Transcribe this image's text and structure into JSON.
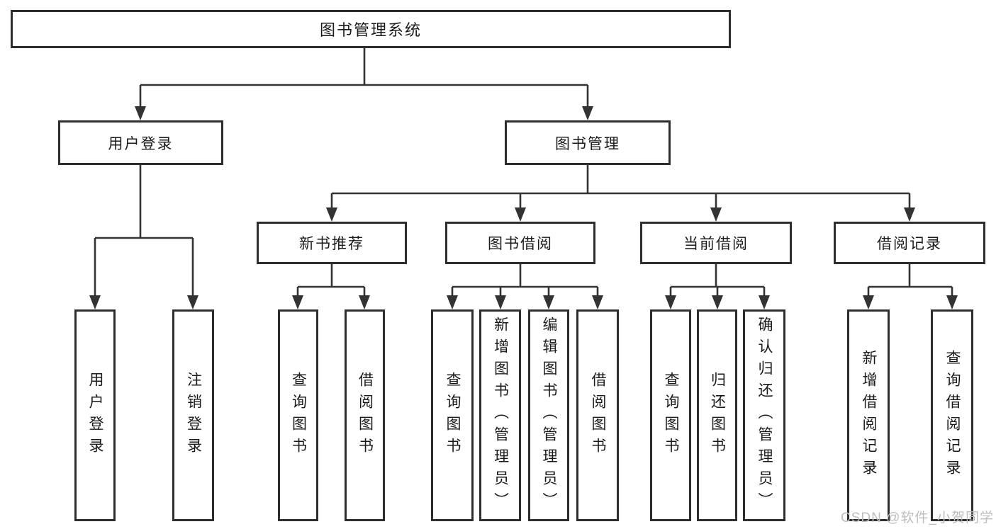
{
  "diagram_type": "functional-structure-tree",
  "colors": {
    "line": "#333333",
    "border": "#2e2e2e",
    "text": "#1a1a1a",
    "background": "#ffffff",
    "watermark": "#bdbdbd"
  },
  "tree": {
    "label": "图书管理系统",
    "children": [
      {
        "label": "用户登录",
        "children": [
          {
            "label": "用户登录"
          },
          {
            "label": "注销登录"
          }
        ]
      },
      {
        "label": "图书管理",
        "children": [
          {
            "label": "新书推荐",
            "children": [
              {
                "label": "查询图书"
              },
              {
                "label": "借阅图书"
              }
            ]
          },
          {
            "label": "图书借阅",
            "children": [
              {
                "label": "查询图书"
              },
              {
                "label": "新增图书（管理员）"
              },
              {
                "label": "编辑图书（管理员）"
              },
              {
                "label": "借阅图书"
              }
            ]
          },
          {
            "label": "当前借阅",
            "children": [
              {
                "label": "查询图书"
              },
              {
                "label": "归还图书"
              },
              {
                "label": "确认归还（管理员）"
              }
            ]
          },
          {
            "label": "借阅记录",
            "children": [
              {
                "label": "新增借阅记录"
              },
              {
                "label": "查询借阅记录"
              }
            ]
          }
        ]
      }
    ]
  },
  "watermark": {
    "text": "CSDN @软件_小贺同学"
  }
}
